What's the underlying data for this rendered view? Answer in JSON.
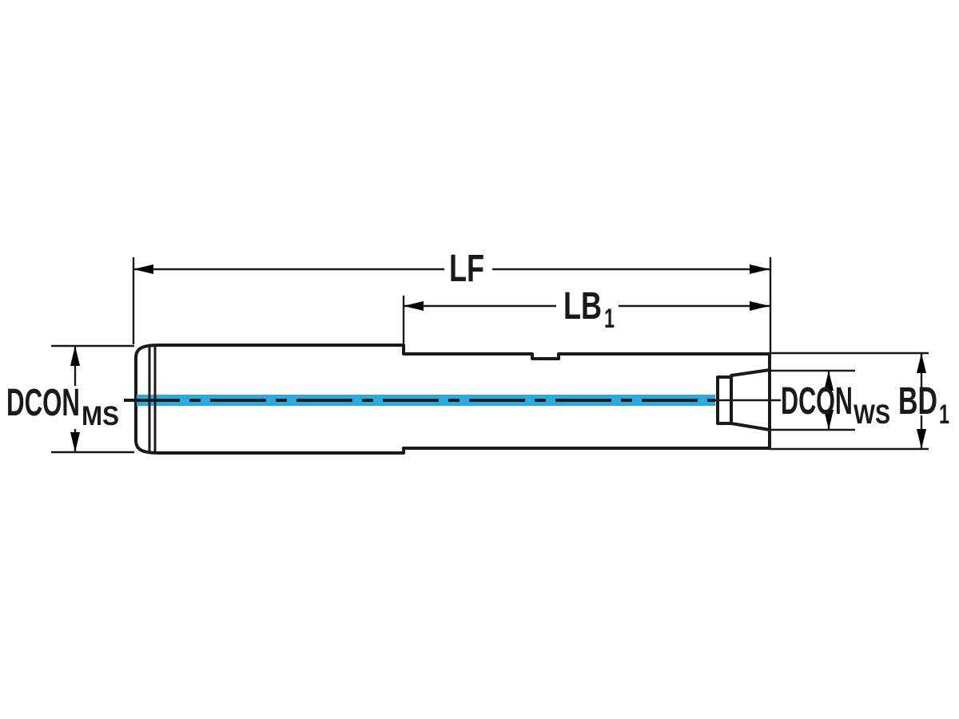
{
  "drawing": {
    "type": "technical-dimension-diagram",
    "subject": "cylindrical boring bar adaptor / extension holder, side view",
    "labels": {
      "lf": {
        "main": "LF",
        "sub": ""
      },
      "lb1": {
        "main": "LB",
        "sub": "1"
      },
      "dcon_ms": {
        "main": "DCON",
        "sub": "MS"
      },
      "dcon_ws": {
        "main": "DCON",
        "sub": "WS"
      },
      "bd1": {
        "main": "BD",
        "sub": "1"
      }
    },
    "colors": {
      "line": "#1a1a1a",
      "body_fill": "#b4c7d1",
      "centerline_blue": "#29abe2",
      "background": "#ffffff"
    }
  }
}
